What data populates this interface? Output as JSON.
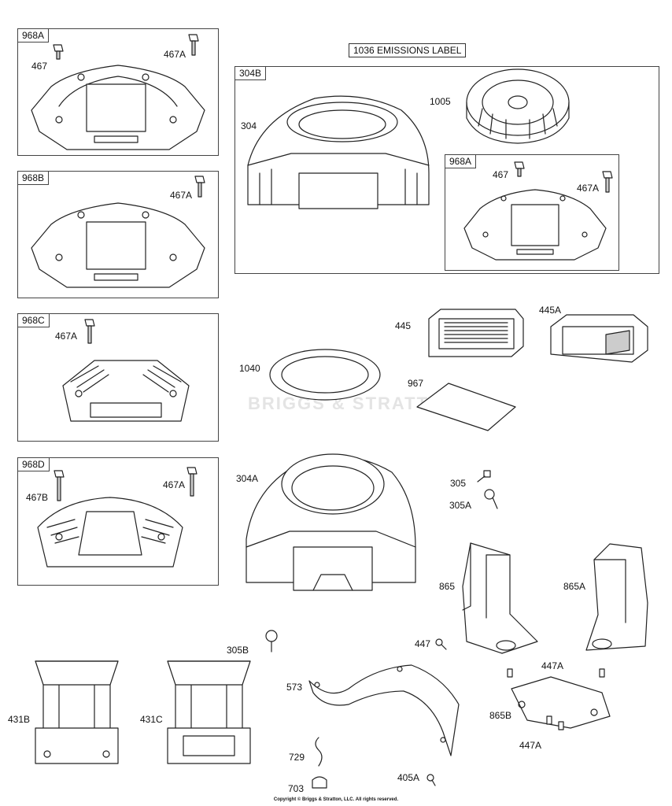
{
  "emissions_label": "1036 EMISSIONS LABEL",
  "boxes": {
    "b968A_left": "968A",
    "b968B": "968B",
    "b968C": "968C",
    "b968D": "968D",
    "b304B": "304B",
    "b968A_inner": "968A"
  },
  "labels": {
    "l467_a": "467",
    "l467A_a": "467A",
    "l467A_b": "467A",
    "l467A_c": "467A",
    "l467B": "467B",
    "l467A_d": "467A",
    "l304": "304",
    "l1005": "1005",
    "l467_e": "467",
    "l467A_e": "467A",
    "l445": "445",
    "l445A": "445A",
    "l1040": "1040",
    "l967": "967",
    "l304A": "304A",
    "l305": "305",
    "l305A": "305A",
    "l865": "865",
    "l865A": "865A",
    "l447": "447",
    "l447A_top": "447A",
    "l305B": "305B",
    "l573": "573",
    "l865B": "865B",
    "l447A_bot": "447A",
    "l431B": "431B",
    "l431C": "431C",
    "l729": "729",
    "l703": "703",
    "l405A": "405A"
  },
  "watermark": "BRIGGS & STRATTON",
  "copyright": "Copyright © Briggs & Stratton, LLC. All rights reserved."
}
